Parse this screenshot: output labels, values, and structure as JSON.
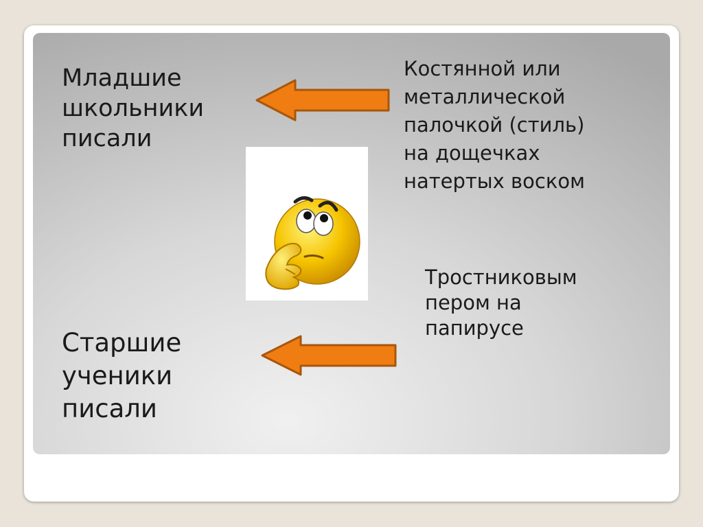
{
  "slide": {
    "left_group": {
      "junior_label": "Младшие\n  школьники\n  писали",
      "senior_label": "Старшие\nученики\nписали"
    },
    "right_group": {
      "stylus_text": "Костянной или\nметаллической\nпалочкой (стиль)\nна дощечках\nнатертых воском",
      "reed_text": "Тростниковым\nпером на\nпапирусе"
    },
    "images": {
      "arrow_icon": "left-arrow-icon",
      "emoji_icon": "thinking-face-icon"
    },
    "colors": {
      "arrow_fill": "#f07d12",
      "arrow_stroke": "#a8560c",
      "emoji_face": "#f5c400"
    }
  }
}
